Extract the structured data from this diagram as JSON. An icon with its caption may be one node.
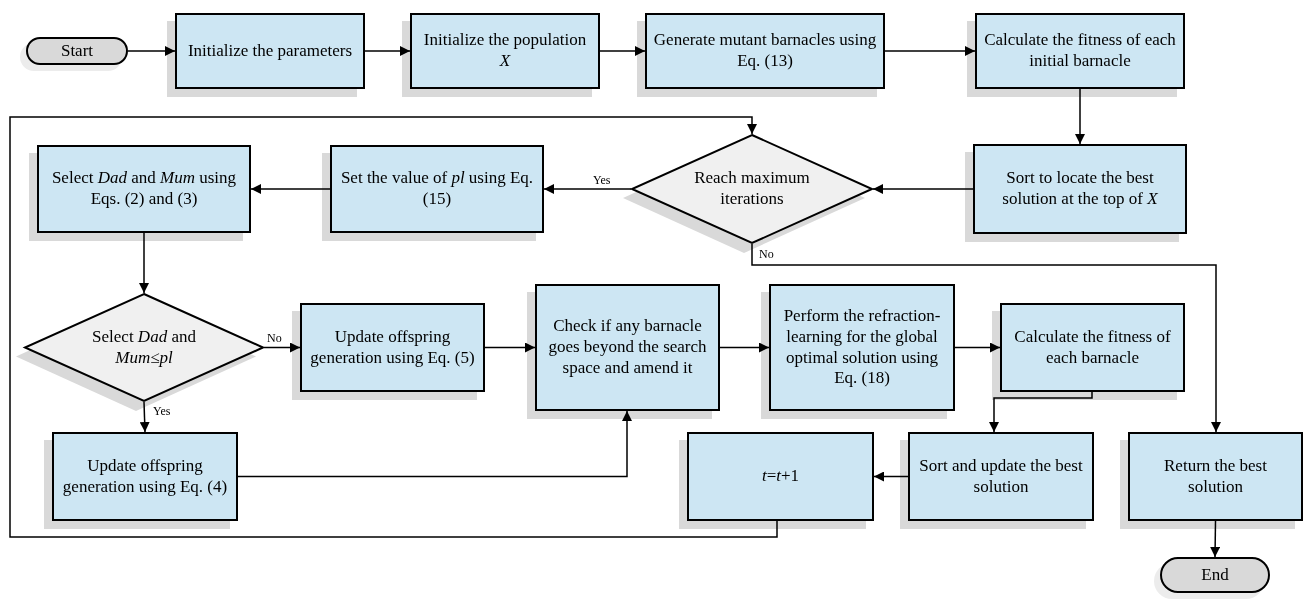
{
  "diagram": {
    "nodes": [
      {
        "text": [
          "Start"
        ]
      },
      {
        "text": [
          "Initialize the parameters"
        ]
      },
      {
        "text": [
          "Initialize the population *X*"
        ]
      },
      {
        "text": [
          "Generate mutant barnacles using Eq. (13)"
        ]
      },
      {
        "text": [
          "Calculate the fitness of each initial barnacle"
        ]
      },
      {
        "text": [
          "Select *Dad* and *Mum* using Eqs. (2) and (3)"
        ]
      },
      {
        "text": [
          "Set the value of *pl* using Eq. (15)"
        ]
      },
      {
        "text": [
          "Reach maximum iterations"
        ]
      },
      {
        "text": [
          "Sort to locate the best solution at the top of *X*"
        ]
      },
      {
        "text": [
          "Select *Dad* and *Mum≤pl*"
        ]
      },
      {
        "text": [
          "Update offspring generation using Eq. (5)"
        ]
      },
      {
        "text": [
          "Check if any barnacle goes beyond the search space and amend it"
        ]
      },
      {
        "text": [
          "Perform the refraction-learning for the global optimal solution using Eq. (18)"
        ]
      },
      {
        "text": [
          "Calculate the fitness of each barnacle"
        ]
      },
      {
        "text": [
          "Update offspring generation using Eq. (4)"
        ]
      },
      {
        "text": [
          "*t*=*t*+1"
        ]
      },
      {
        "text": [
          "Sort and update the best solution"
        ]
      },
      {
        "text": [
          "Return the best solution"
        ]
      },
      {
        "text": [
          "End"
        ]
      }
    ],
    "edges": [
      {
        "from": 0,
        "to": 1,
        "arrow": "to"
      },
      {
        "from": 1,
        "to": 2,
        "arrow": "to"
      },
      {
        "from": 2,
        "to": 3,
        "arrow": "to"
      },
      {
        "from": 3,
        "to": 4,
        "arrow": "to"
      },
      {
        "from": 4,
        "to": 8,
        "arrow": "to"
      },
      {
        "from": 8,
        "to": 7,
        "arrow": "to"
      },
      {
        "from": 7,
        "to": 6,
        "arrow": "to",
        "label": "Yes"
      },
      {
        "from": 6,
        "to": 5,
        "arrow": "to"
      },
      {
        "from": 5,
        "to": 9,
        "arrow": "to"
      },
      {
        "from": 9,
        "to": 10,
        "arrow": "to",
        "label": "No"
      },
      {
        "from": 9,
        "to": 14,
        "arrow": "to",
        "label": "Yes"
      },
      {
        "from": 10,
        "to": 11,
        "arrow": "to"
      },
      {
        "from": 14,
        "to": 11,
        "arrow": "to"
      },
      {
        "from": 11,
        "to": 12,
        "arrow": "to"
      },
      {
        "from": 12,
        "to": 13,
        "arrow": "to"
      },
      {
        "from": 13,
        "to": 16,
        "arrow": "to"
      },
      {
        "from": 16,
        "to": 15,
        "arrow": "to"
      },
      {
        "from": 15,
        "to": 7,
        "arrow": "to"
      },
      {
        "from": 7,
        "to": 17,
        "arrow": "to",
        "label": "No"
      },
      {
        "from": 17,
        "to": 18,
        "arrow": "to"
      }
    ]
  }
}
